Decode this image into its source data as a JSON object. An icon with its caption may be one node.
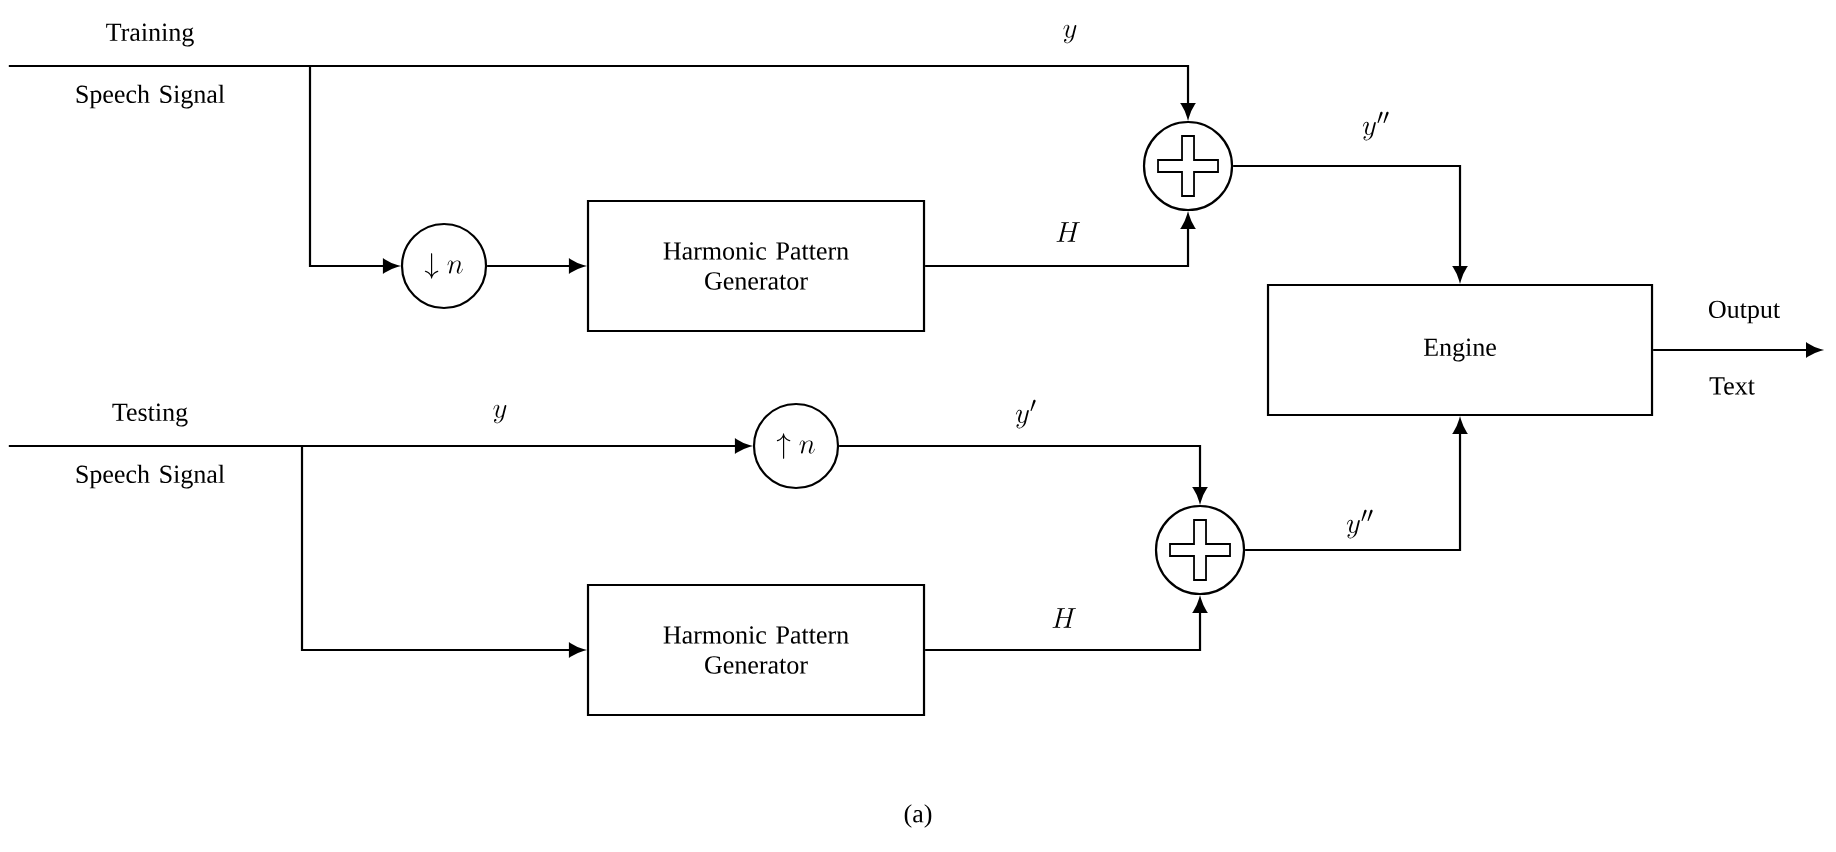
{
  "diagram": {
    "caption": "(a)",
    "nodes": [
      {
        "text": [
          "Training",
          "Speech Signal"
        ]
      },
      {
        "text": [
          "\\downarrow n"
        ]
      },
      {
        "text": [
          "Harmonic Pattern Generator"
        ]
      },
      {
        "text": [],
        "shape": "circle"
      },
      {
        "text": [
          "Engine"
        ]
      },
      {
        "text": [
          "Testing",
          "Speech Signal"
        ]
      },
      {
        "text": [
          "\\uparrow n"
        ]
      },
      {
        "text": [
          "Harmonic Pattern Generator"
        ]
      },
      {
        "text": [],
        "shape": "circle"
      }
    ],
    "edges": [
      {
        "from": 0,
        "to": 3,
        "arrow": "to",
        "label": "y"
      },
      {
        "from": 0,
        "to": 1,
        "arrow": "to"
      },
      {
        "from": 1,
        "to": 2,
        "arrow": "to"
      },
      {
        "from": 2,
        "to": 3,
        "arrow": "to",
        "label": "H"
      },
      {
        "from": 3,
        "to": 4,
        "arrow": "to",
        "label": "y''"
      },
      {
        "from": 5,
        "to": 6,
        "arrow": "to",
        "label": "y"
      },
      {
        "from": 6,
        "to": 8,
        "arrow": "to",
        "label": "y'"
      },
      {
        "from": 5,
        "to": 7,
        "arrow": "to"
      },
      {
        "from": 7,
        "to": 8,
        "arrow": "to",
        "label": "H"
      },
      {
        "from": 8,
        "to": 4,
        "arrow": "to",
        "label": "y''"
      },
      {
        "from": 4,
        "to": null,
        "arrow": "to"
      }
    ],
    "labels": [
      "Output",
      "Text"
    ]
  }
}
